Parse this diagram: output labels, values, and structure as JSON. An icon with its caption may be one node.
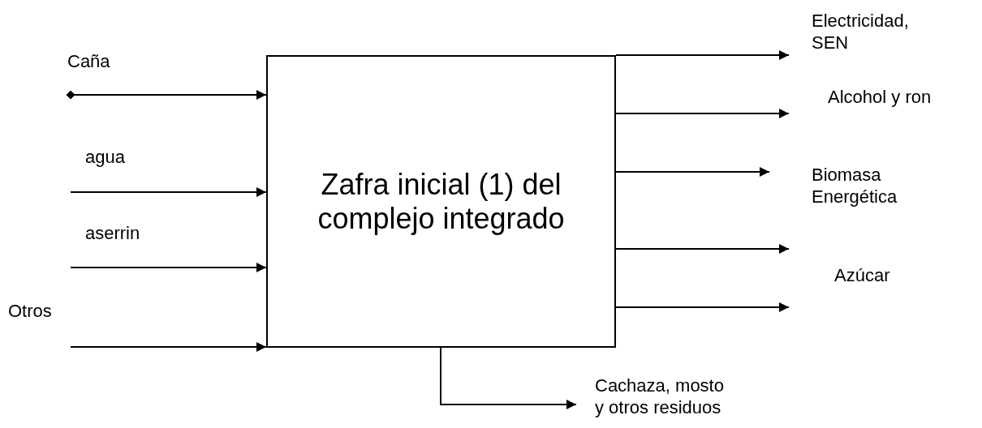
{
  "diagram": {
    "nodes": [
      {
        "text": [
          "Zafra inicial (1) del complejo integrado"
        ]
      },
      {
        "text": [
          "Electricidad, SEN"
        ]
      },
      {
        "text": [
          "Alcohol y ron"
        ]
      },
      {
        "text": [
          "Biomasa Energética"
        ]
      },
      {
        "text": [
          "Azúcar"
        ]
      },
      {
        "text": [
          "Cachaza, mosto y otros residuos"
        ]
      }
    ],
    "edges": [
      {
        "from": null,
        "to": 0,
        "arrow": "to",
        "label": "Caña"
      },
      {
        "from": null,
        "to": 0,
        "arrow": "to",
        "label": "agua"
      },
      {
        "from": null,
        "to": 0,
        "arrow": "to",
        "label": "aserrin"
      },
      {
        "from": null,
        "to": 0,
        "arrow": "to",
        "label": "Otros"
      },
      {
        "from": 0,
        "to": 1,
        "arrow": "to"
      },
      {
        "from": 0,
        "to": 2,
        "arrow": "to"
      },
      {
        "from": 0,
        "to": 3,
        "arrow": "to"
      },
      {
        "from": 0,
        "to": null,
        "arrow": "to"
      },
      {
        "from": 0,
        "to": 4,
        "arrow": "to"
      },
      {
        "from": 0,
        "to": 5,
        "arrow": "to"
      }
    ]
  }
}
